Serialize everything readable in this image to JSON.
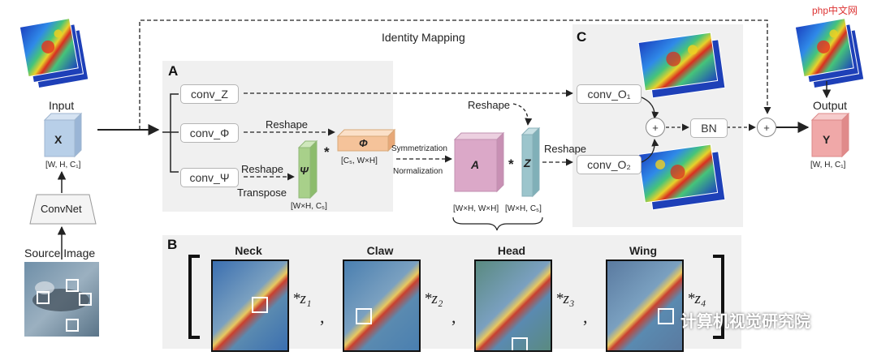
{
  "labels": {
    "identity_mapping": "Identity Mapping",
    "input": "Input",
    "input_var": "X",
    "input_dims": "[W, H, C₁]",
    "convnet": "ConvNet",
    "source_image": "Source Image",
    "output": "Output",
    "output_var": "Y",
    "output_dims": "[W, H, C₁]",
    "panel_a": "A",
    "panel_b": "B",
    "panel_c": "C",
    "conv_z": "conv_Z",
    "conv_phi": "conv_Φ",
    "conv_psi": "conv_Ψ",
    "reshape_phi": "Reshape",
    "reshape_psi": "Reshape",
    "transpose": "Transpose",
    "psi_var": "Ψ",
    "psi_dims": "[W×H, C₅]",
    "phi_var": "Φ",
    "phi_dims": "[C₅, W×H]",
    "star": "*",
    "symmetrization": "Symmetrization",
    "normalization": "Normalization",
    "a_var": "A",
    "a_dims": "[W×H, W×H]",
    "z_var": "Z",
    "z_dims": "[W×H, C₅]",
    "reshape_z": "Reshape",
    "reshape_out": "Reshape",
    "conv_o1": "conv_O₁",
    "conv_o2": "conv_O₂",
    "plus": "+",
    "bn": "BN",
    "watermark_site": "php中文网",
    "watermark_wechat": "计算机视觉研究院"
  },
  "attention_maps": [
    {
      "title": "Neck",
      "coef": "*z₁",
      "sep": ","
    },
    {
      "title": "Claw",
      "coef": "*z₂",
      "sep": ","
    },
    {
      "title": "Head",
      "coef": "*z₃",
      "sep": ","
    },
    {
      "title": "Wing",
      "coef": "*z₄",
      "sep": ""
    }
  ],
  "colors": {
    "input_cube": "#b8cfe8",
    "output_cube": "#f0a8a8",
    "psi_cube": "#a8d08a",
    "phi_cube": "#f5c39a",
    "a_cube": "#dba8c8",
    "z_cube": "#9cc5cc",
    "panel_bg": "#f0f0f0"
  }
}
